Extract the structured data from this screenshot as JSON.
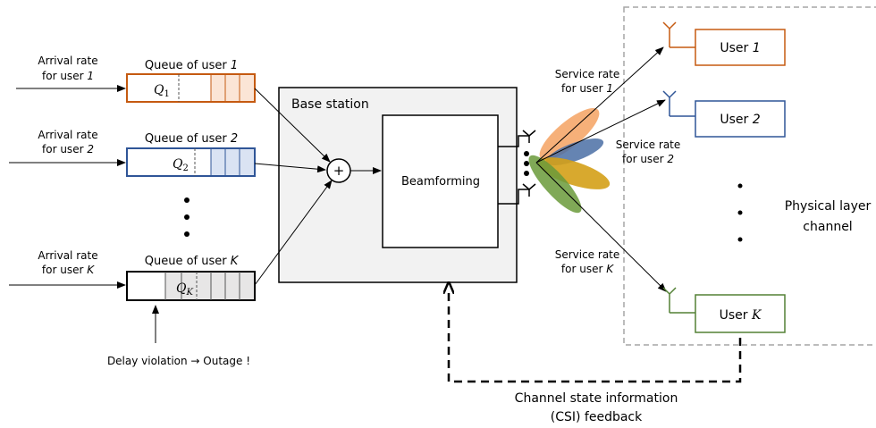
{
  "colors": {
    "user1": "#c55a11",
    "user2": "#2f5597",
    "userK": "#538135",
    "queue1_fill": "#fbe5d6",
    "queue2_fill": "#dae3f3",
    "queueK_fill": "#e7e6e6",
    "base_station_fill": "#f2f2f2",
    "beam1": "#f4a261",
    "beam2": "#4a6fa5",
    "beam3": "#d4a017",
    "beamK": "#6a9a3a",
    "region_border": "#a6a6a6"
  },
  "arrivals": [
    {
      "line1": "Arrival rate",
      "line2": "for user ",
      "idx": "1"
    },
    {
      "line1": "Arrival rate",
      "line2": "for user ",
      "idx": "2"
    },
    {
      "line1": "Arrival rate",
      "line2": "for user ",
      "idx": "K"
    }
  ],
  "queues": [
    {
      "title": "Queue of user ",
      "idx": "1",
      "symbol": "Q",
      "sub": "1"
    },
    {
      "title": "Queue of user ",
      "idx": "2",
      "symbol": "Q",
      "sub": "2"
    },
    {
      "title": "Queue of user ",
      "idx": "K",
      "symbol": "Q",
      "sub": "K"
    }
  ],
  "base_station": {
    "label": "Base station",
    "beamforming": "Beamforming",
    "adder": "+"
  },
  "service": [
    {
      "line1": "Service rate",
      "line2": "for user ",
      "idx": "1"
    },
    {
      "line1": "Service rate",
      "line2": "for user ",
      "idx": "2"
    },
    {
      "line1": "Service rate",
      "line2": "for user ",
      "idx": "K"
    }
  ],
  "users": [
    {
      "label": "User ",
      "idx": "1"
    },
    {
      "label": "User ",
      "idx": "2"
    },
    {
      "label": "User ",
      "idx": "K"
    }
  ],
  "channel": {
    "line1": "Physical layer",
    "line2": "channel"
  },
  "delay": {
    "text": "Delay violation → Outage !"
  },
  "csi": {
    "line1": "Channel state information",
    "line2": "(CSI) feedback"
  }
}
